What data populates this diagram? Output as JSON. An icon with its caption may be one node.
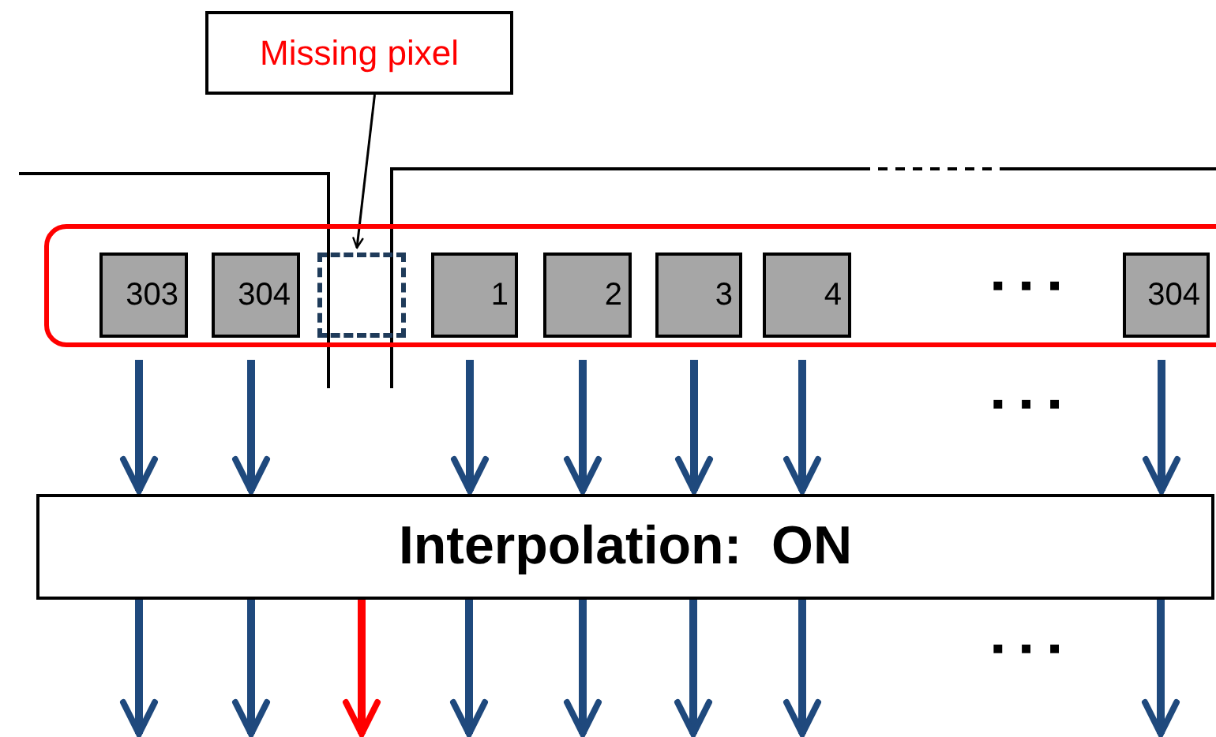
{
  "diagram": {
    "nodes": [
      {
        "text": [
          "Missing pixel"
        ]
      },
      {
        "text": [],
        "shape": "box"
      },
      {
        "text": [
          "303"
        ],
        "in": 1
      },
      {
        "text": [
          "304"
        ],
        "in": 1
      },
      {
        "text": [],
        "shape": "box",
        "in": 1
      },
      {
        "text": [
          "1"
        ],
        "in": 1
      },
      {
        "text": [
          "2"
        ],
        "in": 1
      },
      {
        "text": [
          "3"
        ],
        "in": 1
      },
      {
        "text": [
          "4"
        ],
        "in": 1
      },
      {
        "text": [
          "304"
        ],
        "in": 1
      },
      {
        "text": [
          "Interpolation:  ON"
        ]
      }
    ],
    "edges": [
      {
        "from": 0,
        "to": 4,
        "arrow": "to",
        "color": "#000000"
      },
      {
        "from": 2,
        "to": 10,
        "arrow": "to"
      },
      {
        "from": 3,
        "to": 10,
        "arrow": "to"
      },
      {
        "from": 5,
        "to": 10,
        "arrow": "to"
      },
      {
        "from": 6,
        "to": 10,
        "arrow": "to"
      },
      {
        "from": 7,
        "to": 10,
        "arrow": "to"
      },
      {
        "from": 8,
        "to": 10,
        "arrow": "to"
      },
      {
        "from": 9,
        "to": 10,
        "arrow": "to"
      },
      {
        "from": 10,
        "to": null,
        "arrow": "to"
      },
      {
        "from": 10,
        "to": null,
        "arrow": "to"
      },
      {
        "from": 10,
        "to": null,
        "arrow": "to",
        "color": "#ff0000"
      },
      {
        "from": 10,
        "to": null,
        "arrow": "to"
      },
      {
        "from": 10,
        "to": null,
        "arrow": "to"
      },
      {
        "from": 10,
        "to": null,
        "arrow": "to"
      },
      {
        "from": 10,
        "to": null,
        "arrow": "to"
      },
      {
        "from": 10,
        "to": null,
        "arrow": "to"
      }
    ],
    "labels": [
      "▪ ▪ ▪",
      "▪ ▪ ▪",
      "▪ ▪ ▪"
    ]
  }
}
